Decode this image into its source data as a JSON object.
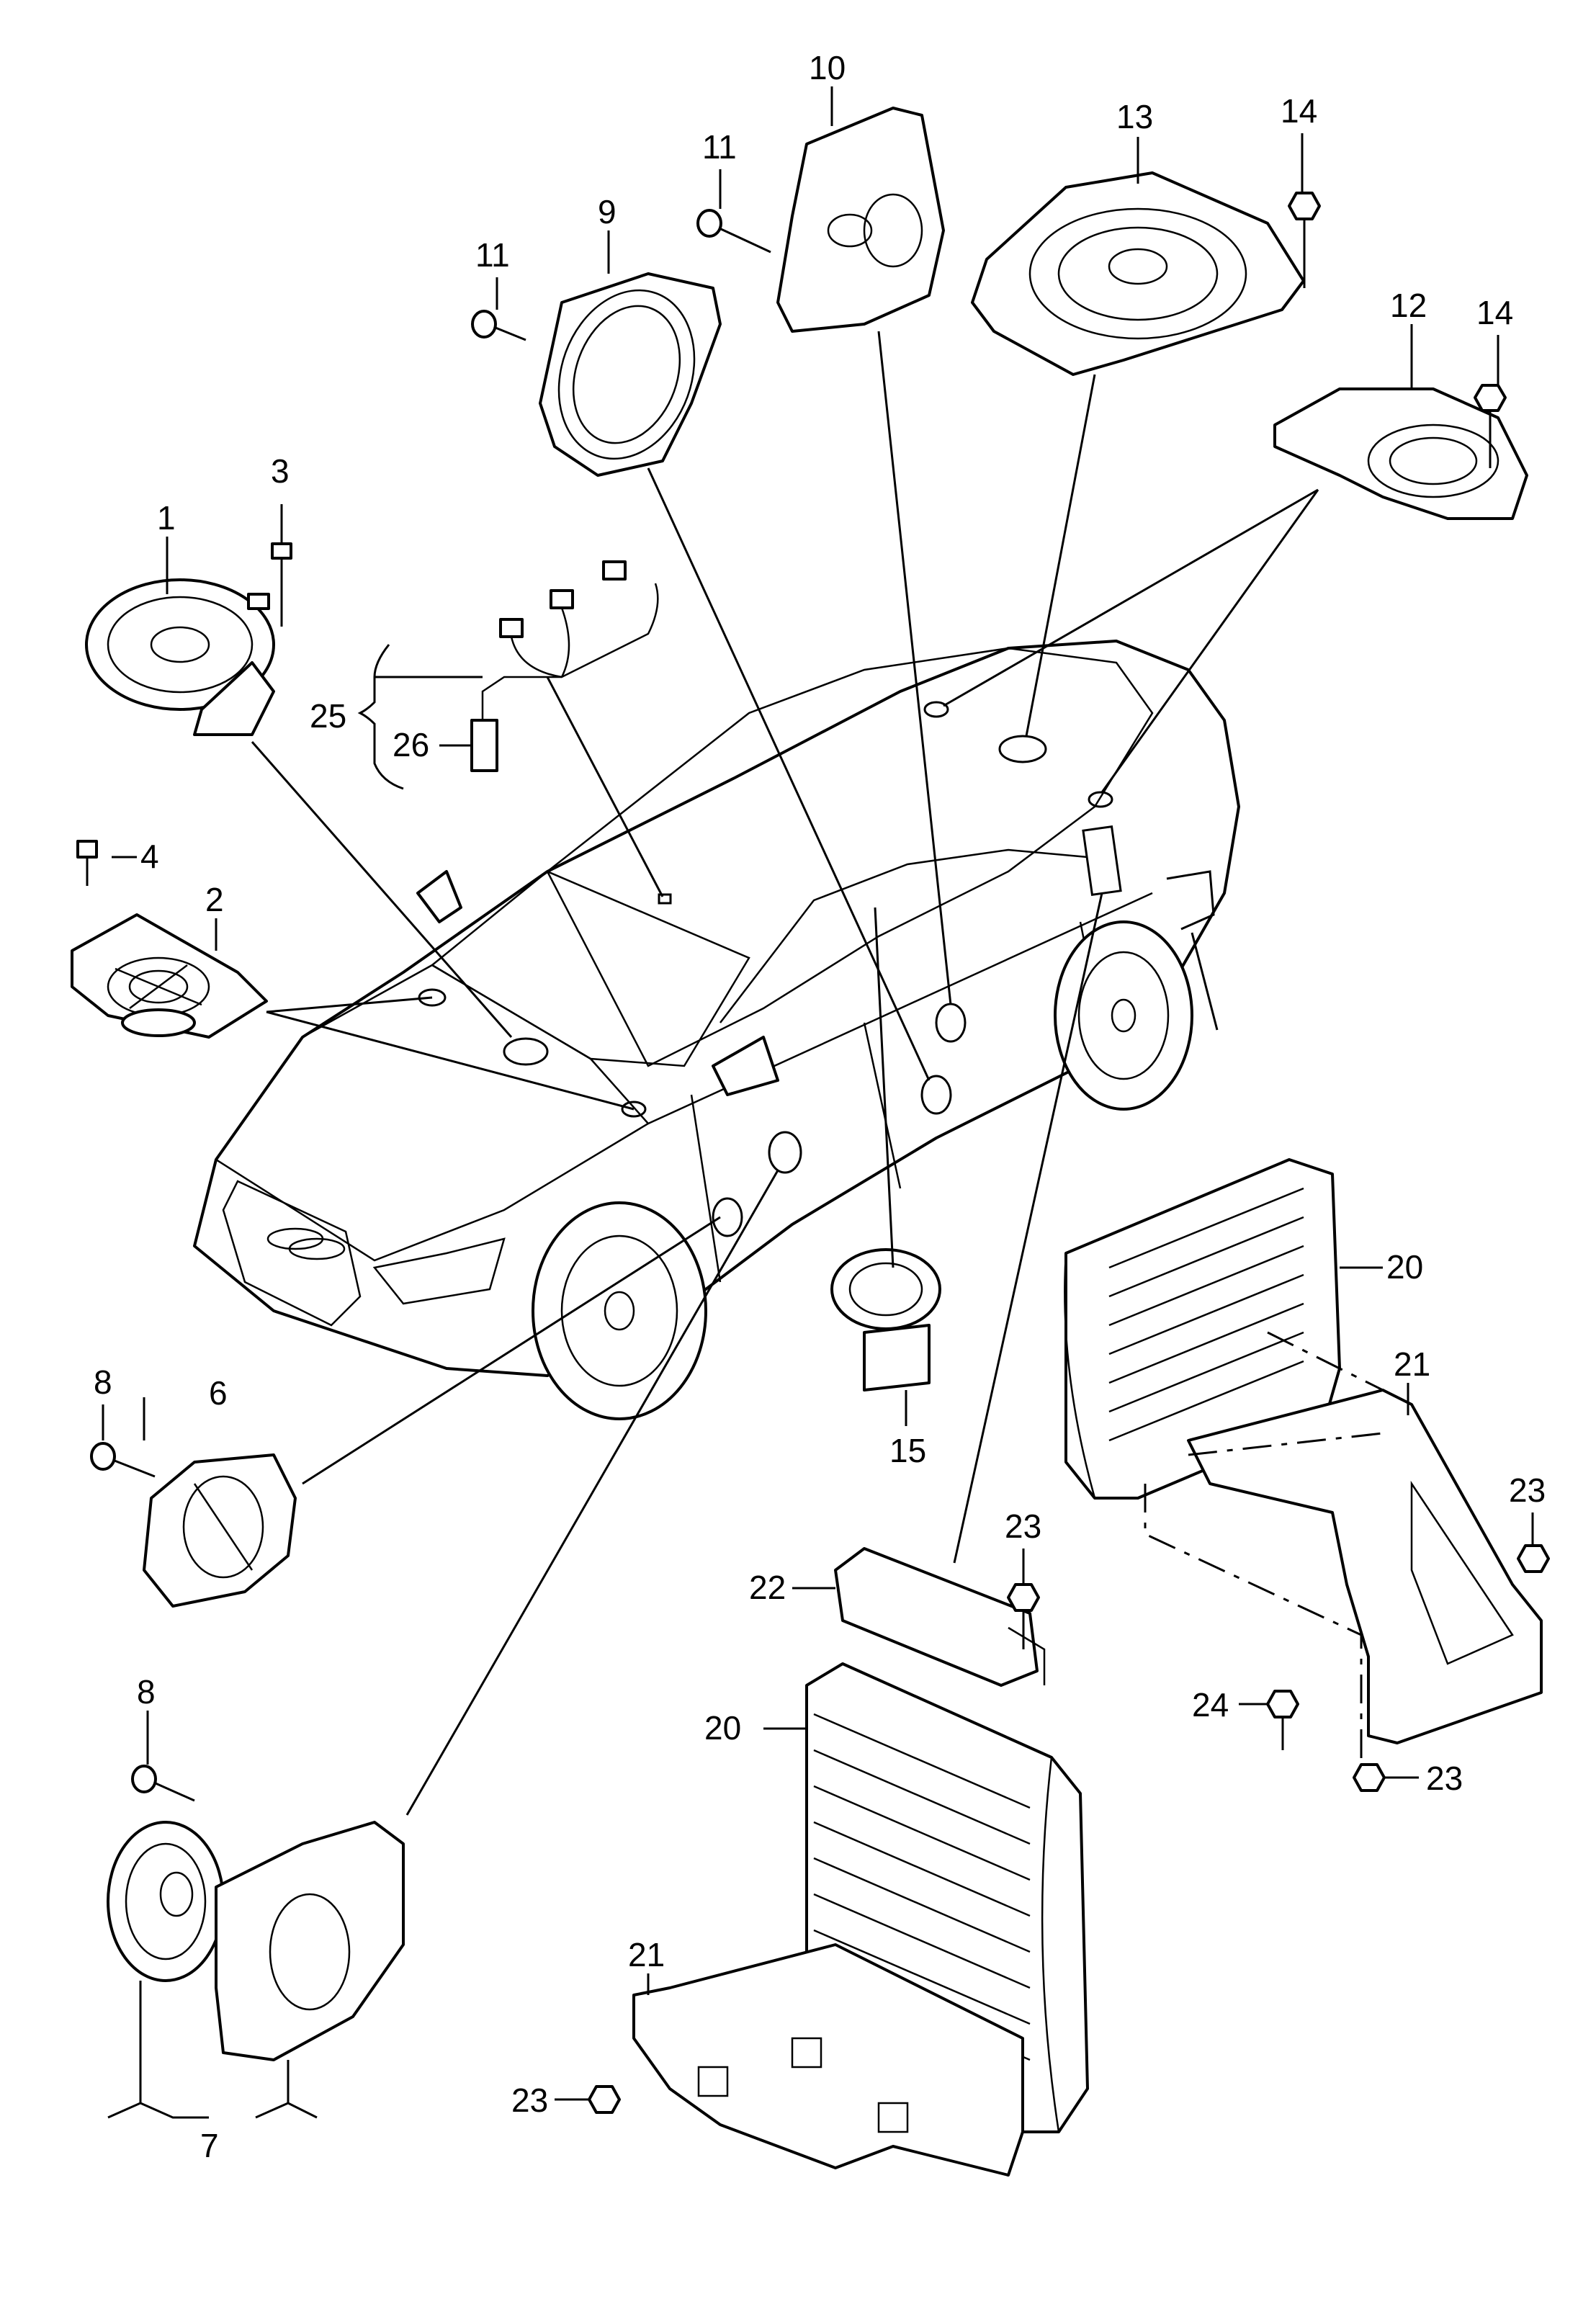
{
  "labels": {
    "p1": "1",
    "p2": "2",
    "p3": "3",
    "p4": "4",
    "p6": "6",
    "p7": "7",
    "p8a": "8",
    "p8b": "8",
    "p9": "9",
    "p10": "10",
    "p11a": "11",
    "p11b": "11",
    "p12": "12",
    "p13": "13",
    "p14a": "14",
    "p14b": "14",
    "p15": "15",
    "p20a": "20",
    "p20b": "20",
    "p21a": "21",
    "p21b": "21",
    "p22": "22",
    "p23a": "23",
    "p23b": "23",
    "p23c": "23",
    "p23d": "23",
    "p24": "24",
    "p25": "25",
    "p26": "26"
  }
}
